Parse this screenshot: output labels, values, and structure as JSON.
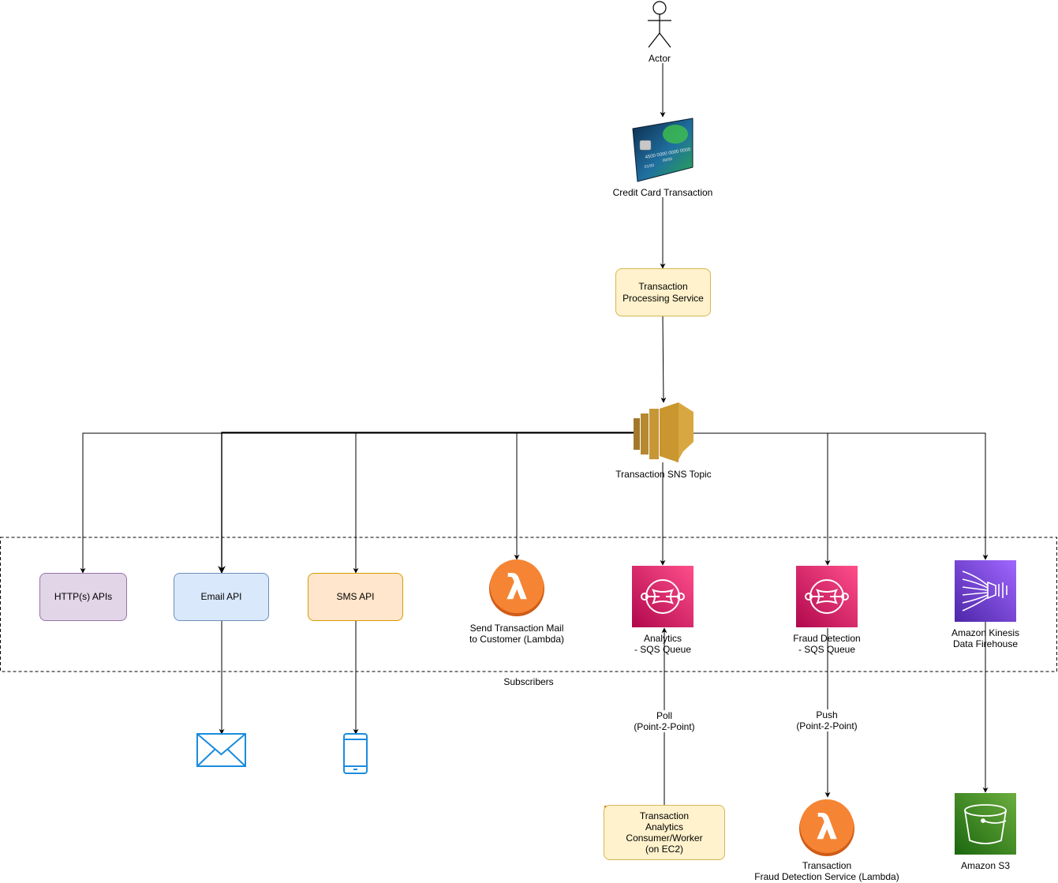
{
  "actor": {
    "label": "Actor"
  },
  "credit_card": {
    "label": "Credit Card Transaction",
    "number": "4500 0000 0000 0000",
    "expiry": "01/00",
    "name": "00/00"
  },
  "processing_service": {
    "label": "Transaction\nProcessing Service"
  },
  "sns_topic": {
    "label": "Transaction SNS Topic"
  },
  "subscribers": {
    "label": "Subscribers",
    "http_apis": {
      "label": "HTTP(s) APIs"
    },
    "email_api": {
      "label": "Email API"
    },
    "sms_api": {
      "label": "SMS API"
    },
    "lambda_mail": {
      "label": "Send Transaction Mail\nto Customer (Lambda)"
    },
    "analytics_queue": {
      "label": "Analytics\n- SQS Queue"
    },
    "fraud_queue": {
      "label": "Fraud Detection\n- SQS Queue"
    },
    "kinesis": {
      "label": "Amazon Kinesis\nData Firehouse"
    }
  },
  "edges": {
    "poll": "Poll\n(Point-2-Point)",
    "push": "Push\n(Point-2-Point)"
  },
  "analytics_worker": {
    "label": "Transaction\nAnalytics\nConsumer/Worker\n(on EC2)"
  },
  "fraud_lambda": {
    "label": "Transaction\nFraud Detection Service (Lambda)"
  },
  "s3": {
    "label": "Amazon S3"
  },
  "colors": {
    "sqs": "#e7157b",
    "lambda": "#f58534",
    "kinesis": "#8c4fff",
    "s3": "#3f8624",
    "sns": "#d9a741",
    "icon_blue": "#1a8cde",
    "http_fill": "#e1d5e7",
    "email_fill": "#dae8fc",
    "sms_fill": "#ffe6cc",
    "service_fill": "#fff2cc"
  }
}
